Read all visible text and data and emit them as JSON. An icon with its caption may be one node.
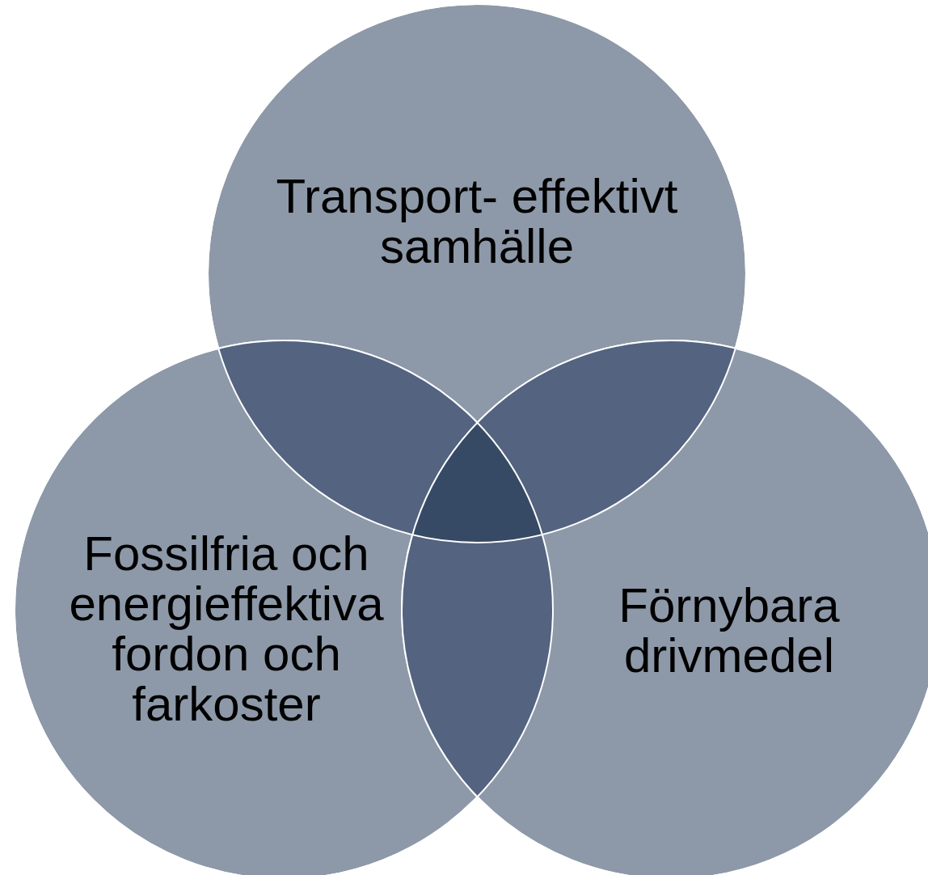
{
  "diagram": {
    "nodes": [
      {
        "text": [
          "Transport- effektivt samhälle"
        ]
      },
      {
        "text": [
          "Fossilfria och energieffektiva fordon och farkoster"
        ]
      },
      {
        "text": [
          "Förnybara drivmedel"
        ]
      }
    ]
  }
}
